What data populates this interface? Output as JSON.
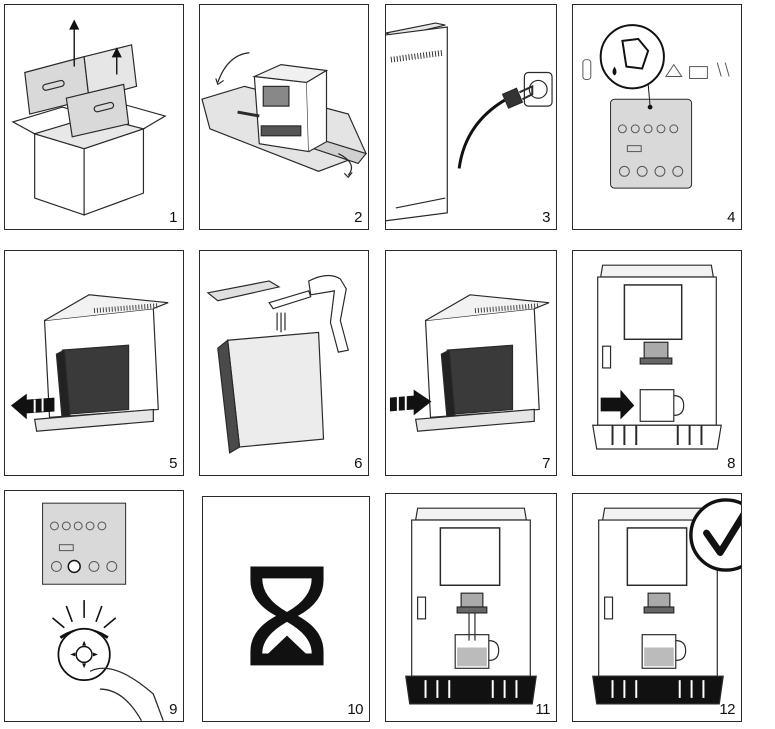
{
  "panels": [
    {
      "number": "1",
      "depicts": "box-open-icon"
    },
    {
      "number": "2",
      "depicts": "unpack-machine-icon"
    },
    {
      "number": "3",
      "depicts": "plug-in-icon"
    },
    {
      "number": "4",
      "depicts": "water-tank-warning-icon"
    },
    {
      "number": "5",
      "depicts": "remove-tank-icon"
    },
    {
      "number": "6",
      "depicts": "fill-tank-icon"
    },
    {
      "number": "7",
      "depicts": "insert-tank-icon"
    },
    {
      "number": "8",
      "depicts": "place-cup-icon"
    },
    {
      "number": "9",
      "depicts": "press-button-icon"
    },
    {
      "number": "10",
      "depicts": "hourglass-icon"
    },
    {
      "number": "11",
      "depicts": "dispensing-icon"
    },
    {
      "number": "12",
      "depicts": "checkmark-icon"
    }
  ],
  "colors": {
    "stroke": "#2a2a2a",
    "panel_gray": "#d9d9d9",
    "water": "#e4e4e4",
    "accent": "#000000"
  }
}
